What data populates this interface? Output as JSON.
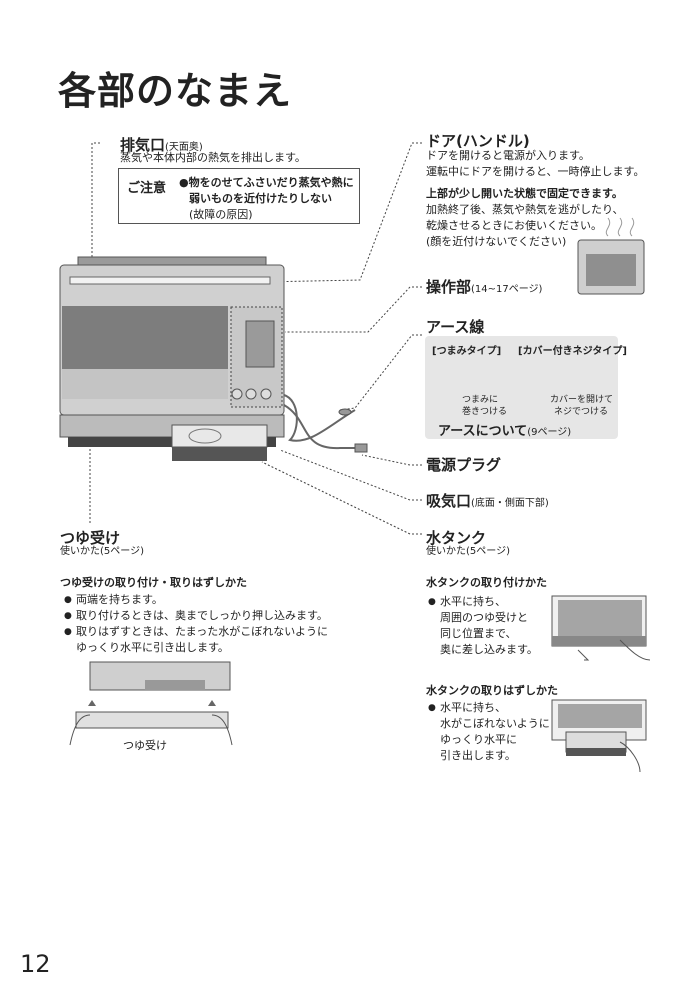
{
  "page": {
    "title": "各部のなまえ",
    "page_number": "12"
  },
  "exhaust": {
    "heading": "排気口",
    "heading_note": "(天面奥)",
    "desc": "蒸気や本体内部の熱気を排出します。"
  },
  "caution": {
    "label": "ご注意",
    "line1": "●物をのせてふさいだり蒸気や熱に",
    "line2": "弱いものを近付けたりしない",
    "line3": "(故障の原因)"
  },
  "door": {
    "heading": "ドア(ハンドル)",
    "line1": "ドアを開けると電源が入ります。",
    "line2": "運転中にドアを開けると、一時停止します。",
    "bold_line": "上部が少し開いた状態で固定できます。",
    "line3": "加熱終了後、蒸気や熱気を逃がしたり、",
    "line4": "乾燥させるときにお使いください。",
    "line5": "(顔を近付けないでください)"
  },
  "control_panel": {
    "heading": "操作部",
    "heading_note": "(14~17ページ)"
  },
  "earth": {
    "heading": "アース線",
    "type1": "[つまみタイプ]",
    "type2": "[カバー付きネジタイプ]",
    "cap1a": "つまみに",
    "cap1b": "巻きつける",
    "cap2a": "カバーを開けて",
    "cap2b": "ネジでつける",
    "about": "アースについて",
    "about_ref": "(9ページ)"
  },
  "power_plug": {
    "heading": "電源プラグ"
  },
  "intake": {
    "heading": "吸気口",
    "heading_note": "(底面・側面下部)"
  },
  "drip_tray": {
    "heading": "つゆ受け",
    "usage": "使いかた(5ページ)",
    "section_title": "つゆ受けの取り付け・取りはずしかた",
    "bullet1": "両端を持ちます。",
    "bullet2": "取り付けるときは、奥までしっかり押し込みます。",
    "bullet3": "取りはずすときは、たまった水がこぼれないように",
    "bullet3_cont": "ゆっくり水平に引き出します。",
    "figure_label": "つゆ受け"
  },
  "water_tank": {
    "heading": "水タンク",
    "usage": "使いかた(5ページ)",
    "attach_title": "水タンクの取り付けかた",
    "attach_bullet": "水平に持ち、",
    "attach_l2": "周囲のつゆ受けと",
    "attach_l3": "同じ位置まで、",
    "attach_l4": "奥に差し込みます。",
    "remove_title": "水タンクの取りはずしかた",
    "remove_bullet": "水平に持ち、",
    "remove_l2": "水がこぼれないように",
    "remove_l3": "ゆっくり水平に",
    "remove_l4": "引き出します。"
  }
}
